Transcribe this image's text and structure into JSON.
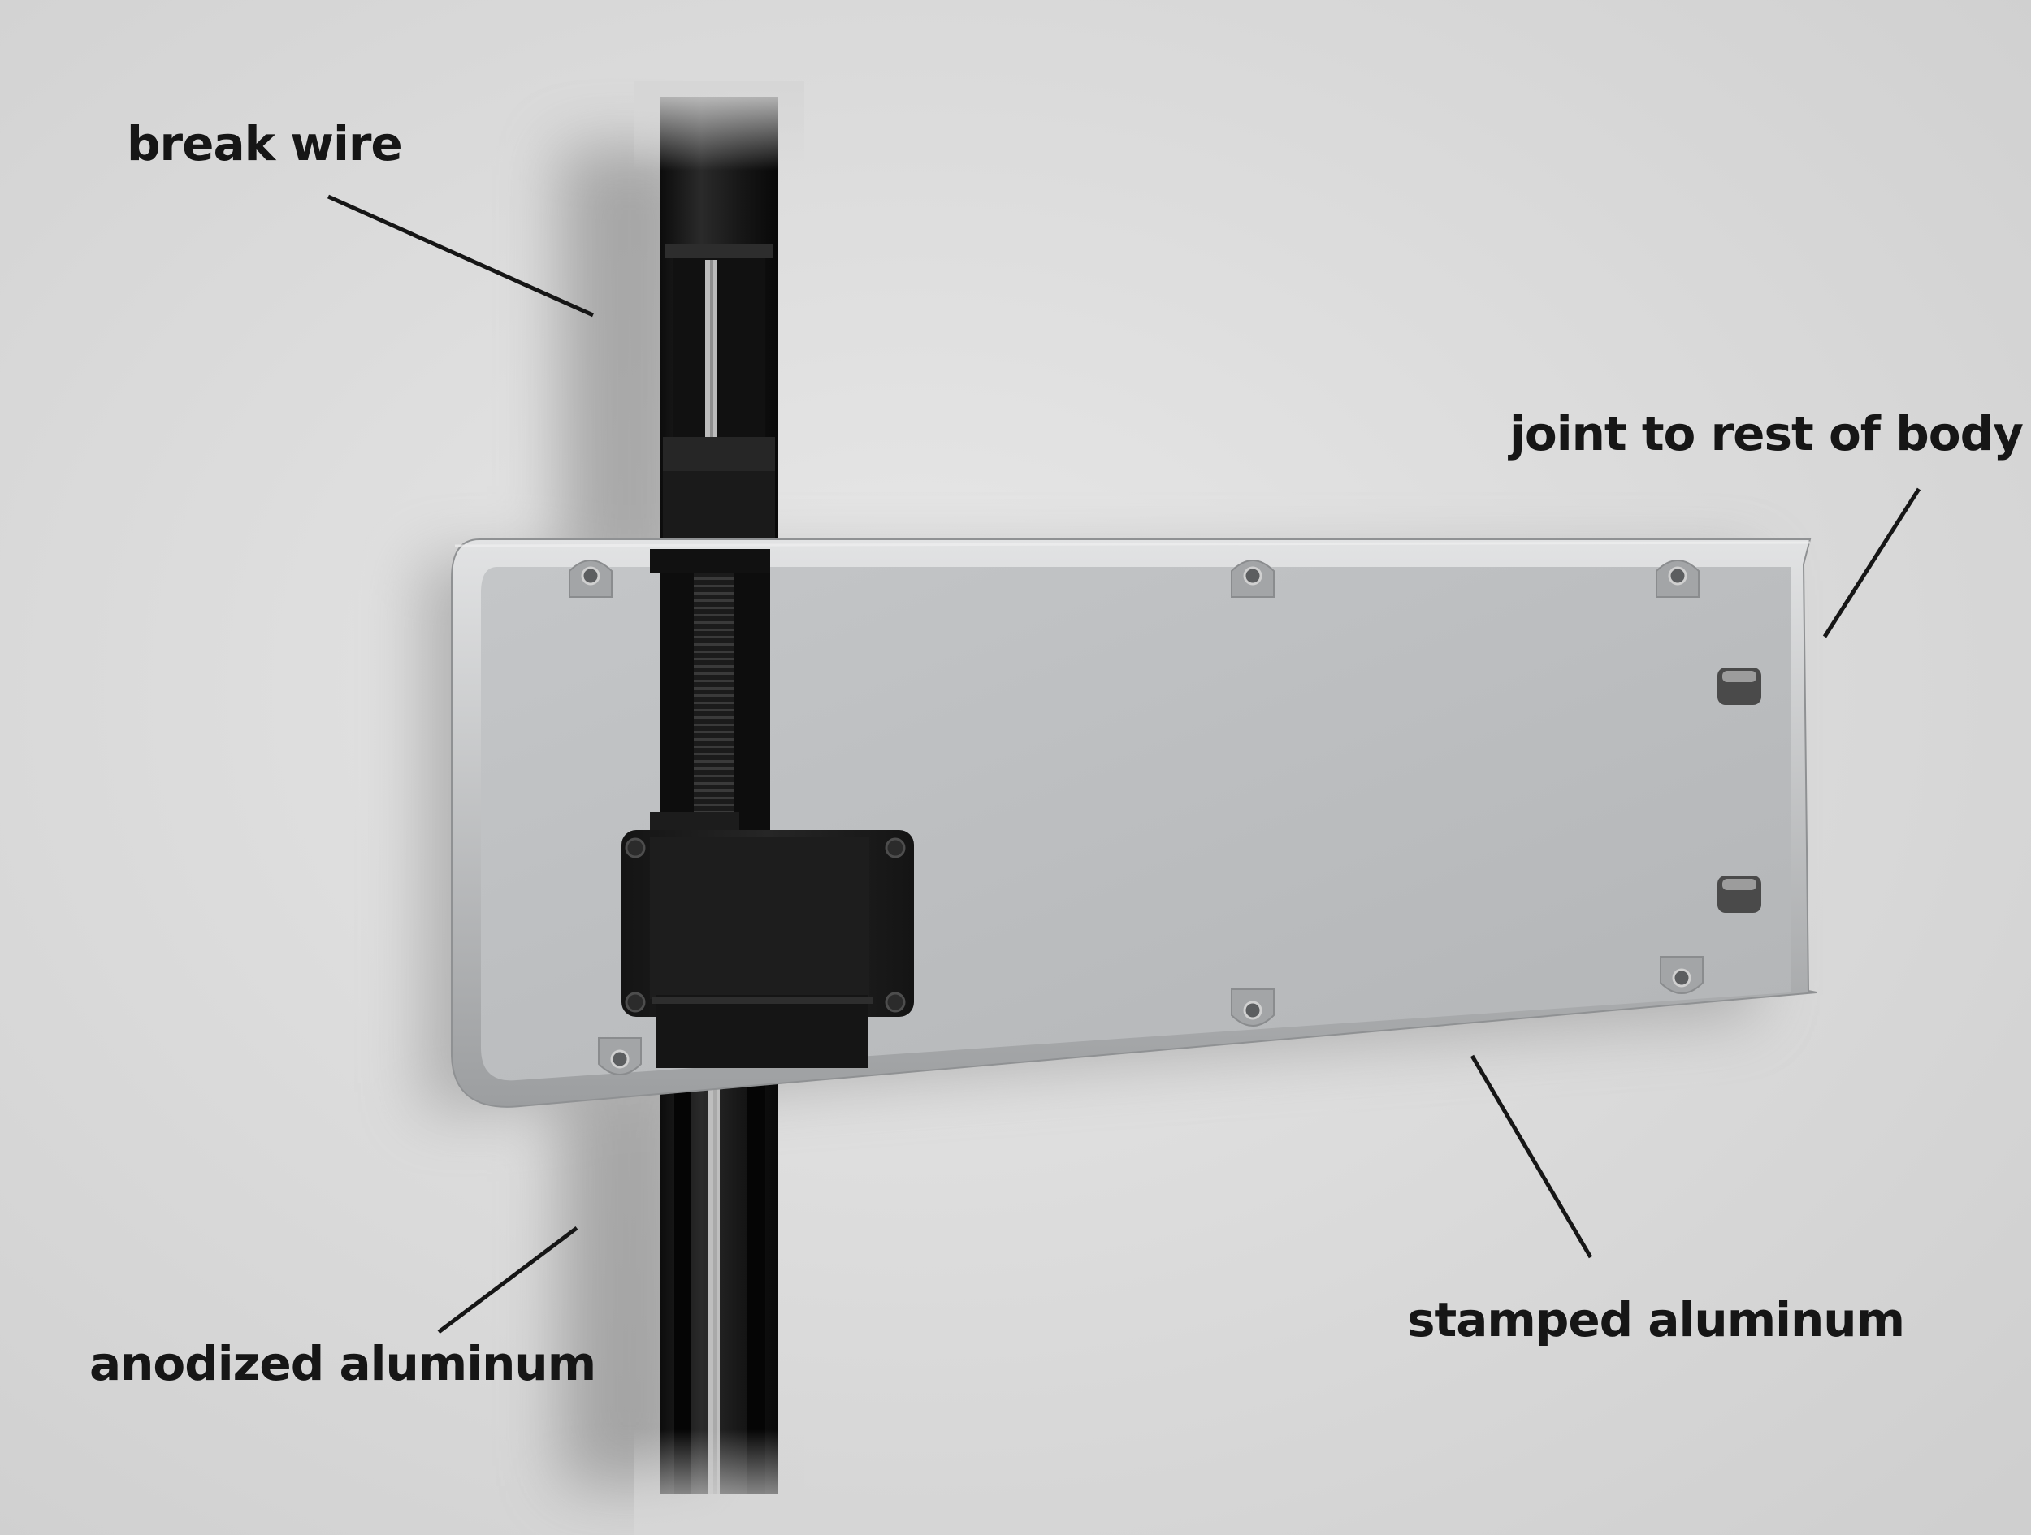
{
  "labels": {
    "break_wire": "break wire",
    "joint": "joint to rest of body",
    "anodized": "anodized aluminum",
    "stamped": "stamped aluminum"
  },
  "colors": {
    "background": "#d6d6d6",
    "plate": "#b9bbbd",
    "plate_rim": "#a7a9ab",
    "rail": "#141414",
    "leader": "#161616"
  },
  "icons": {
    "mount_hole": "mount-hole-icon",
    "magnet": "magnet-icon",
    "screw": "screw-icon"
  }
}
